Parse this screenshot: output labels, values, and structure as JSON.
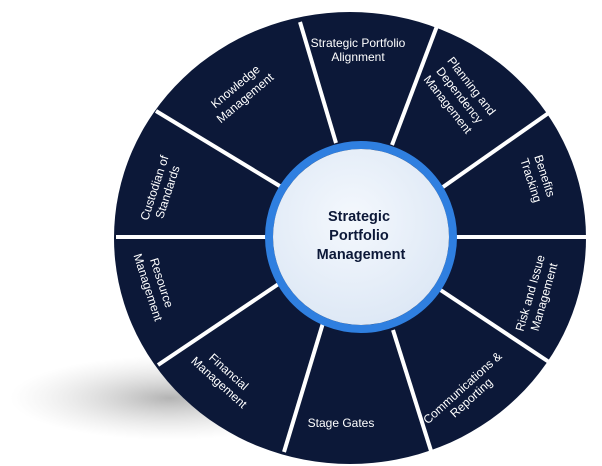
{
  "center": {
    "lines": [
      "Strategic",
      "Portfolio",
      "Management"
    ]
  },
  "segments": [
    {
      "lines": [
        "Strategic Portfolio",
        "Alignment"
      ]
    },
    {
      "lines": [
        "Planning and",
        "Dependency",
        "Management"
      ]
    },
    {
      "lines": [
        "Benefits",
        "Tracking"
      ]
    },
    {
      "lines": [
        "Risk and Issue",
        "Management"
      ]
    },
    {
      "lines": [
        "Communications &",
        "Reporting"
      ]
    },
    {
      "lines": [
        "Stage Gates"
      ]
    },
    {
      "lines": [
        "Financial",
        "Management"
      ]
    },
    {
      "lines": [
        "Resource",
        "Management"
      ]
    },
    {
      "lines": [
        "Custodian of",
        "Standards"
      ]
    },
    {
      "lines": [
        "Knowledge",
        "Management"
      ]
    }
  ],
  "colors": {
    "segment_fill": "#0c1838",
    "divider": "#ffffff",
    "ring": "#2f7fe0",
    "center_fill": "#e6eef8",
    "center_text": "#0c1838",
    "segment_text": "#ffffff",
    "shadow": "#bdbdbd"
  }
}
